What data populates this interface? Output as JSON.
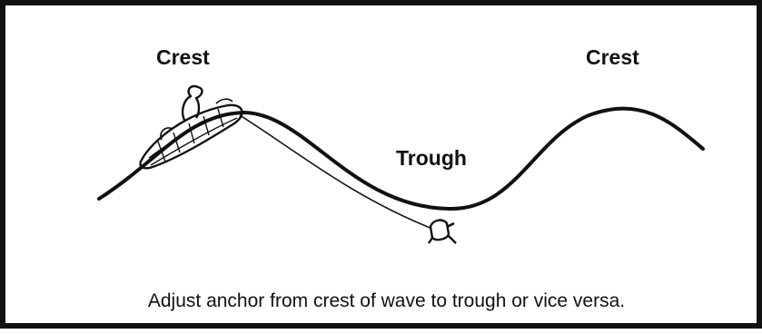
{
  "labels": {
    "crest_left": "Crest",
    "crest_right": "Crest",
    "trough": "Trough"
  },
  "caption": "Adjust anchor from crest of wave to trough or vice versa.",
  "colors": {
    "ink": "#111111",
    "background": "#ffffff"
  }
}
